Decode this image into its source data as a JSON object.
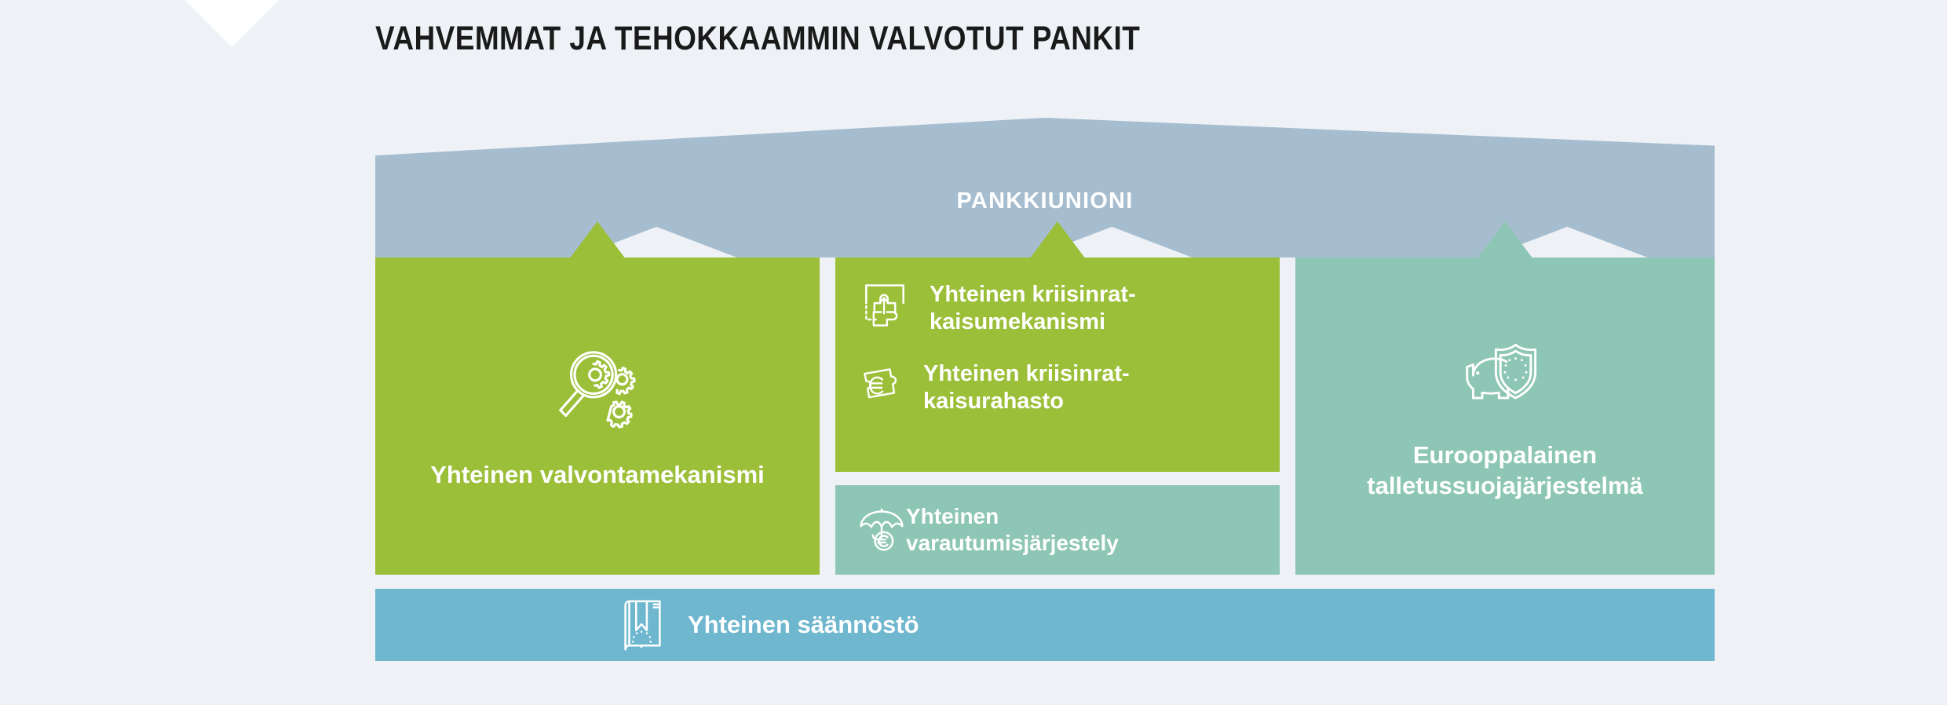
{
  "page": {
    "title": "VAHVEMMAT JA TEHOKKAAMMIN VALVOTUT PANKIT",
    "background_color": "#eef2f6"
  },
  "colors": {
    "roof": "#a6bdd0",
    "green": "#9bbf38",
    "teal": "#8ec6b5",
    "teal_light": "#8ec6b5",
    "blue": "#6eb7ce",
    "white": "#ffffff",
    "title_text": "#1a1a1a"
  },
  "diagram": {
    "roof": {
      "label": "PANKKIUNIONI",
      "icon": "house-roof-shape"
    },
    "pillars": [
      {
        "id": "ssm",
        "label": "Yhteinen valvontamekanismi",
        "icon": "magnifier-gears-icon",
        "color": "#9bbf38"
      },
      {
        "id": "srm-group",
        "items": [
          {
            "label": "Yhteinen kriisinrat-\nkaisumekanismi",
            "line1": "Yhteinen kriisinrat-",
            "line2": "kaisumekanismi",
            "icon": "puzzle-piece-arrow-icon",
            "color": "#9bbf38"
          },
          {
            "label": "Yhteinen kriisinrat-\nkaisurahasto",
            "line1": "Yhteinen kriisinrat-",
            "line2": "kaisurahasto",
            "icon": "puzzle-piece-euro-icon",
            "color": "#9bbf38"
          }
        ],
        "backstop": {
          "line1": "Yhteinen",
          "line2": " varautumisjärjestely",
          "icon": "umbrella-euro-icon",
          "color": "#8ec6b5"
        }
      },
      {
        "id": "edis",
        "line1": "Eurooppalainen",
        "line2": "talletussuojajärjestelmä",
        "icon": "piggy-bank-eu-shield-icon",
        "color": "#8ec6b5"
      }
    ],
    "foundation": {
      "label": "Yhteinen säännöstö",
      "icon": "rulebook-eu-stars-icon",
      "color": "#6eb7ce"
    }
  }
}
